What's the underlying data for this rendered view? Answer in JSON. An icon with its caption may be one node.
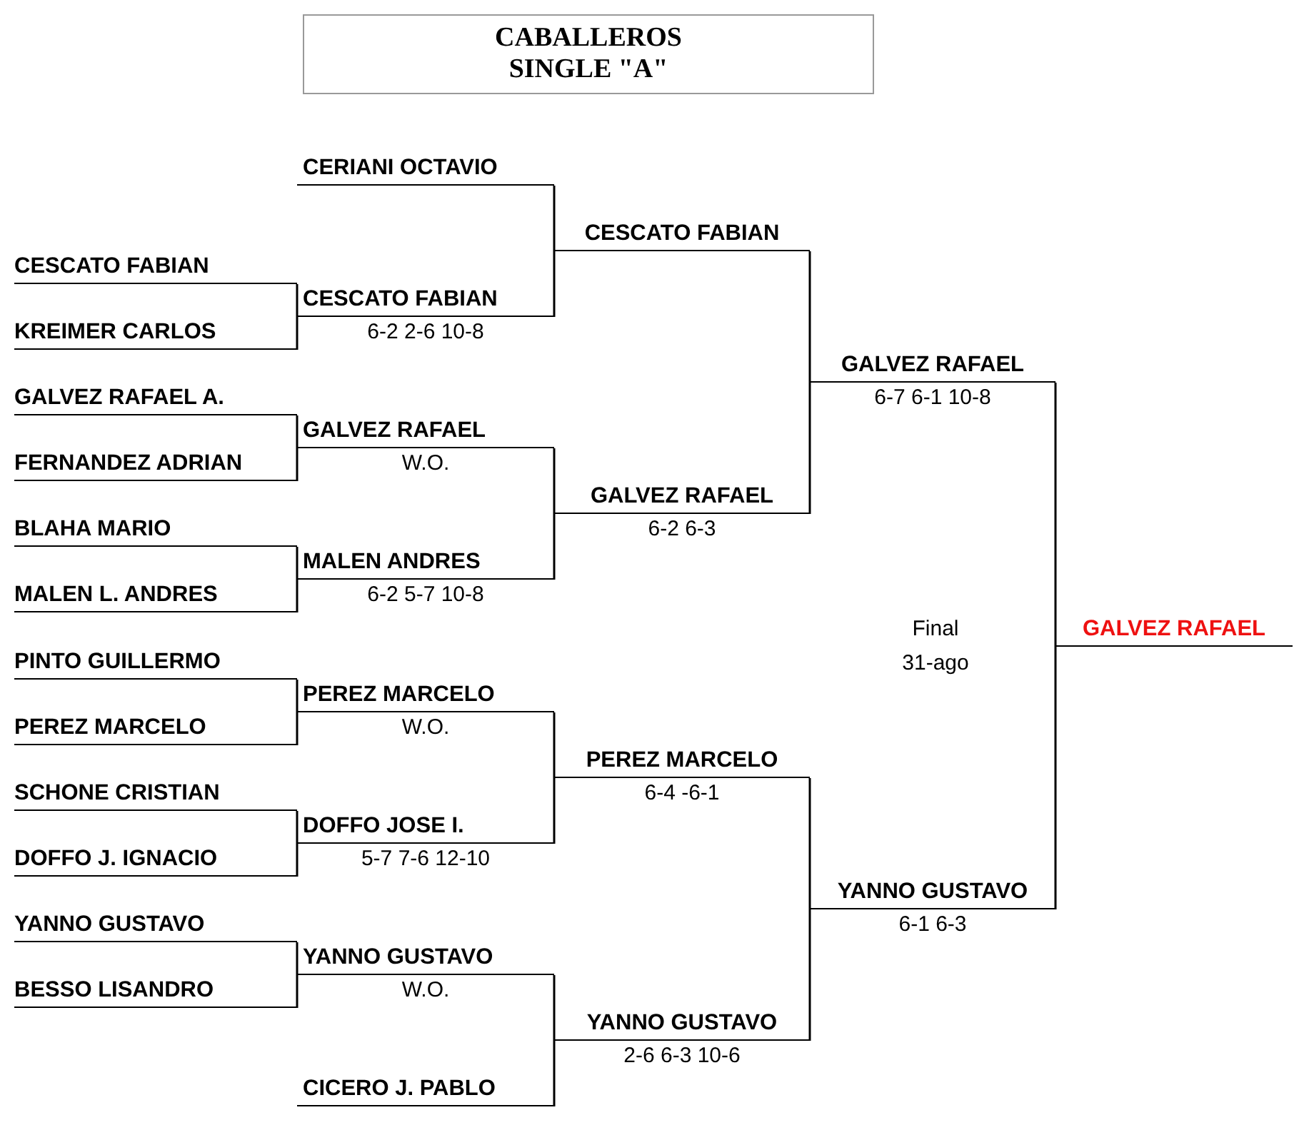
{
  "diagram": {
    "title": "CABALLEROS SINGLE \"A\"",
    "nodes": [
      {
        "text": [
          "CESCATO FABIAN"
        ]
      },
      {
        "text": [
          "KREIMER CARLOS"
        ]
      },
      {
        "text": [
          "GALVEZ RAFAEL A."
        ]
      },
      {
        "text": [
          "FERNANDEZ ADRIAN"
        ]
      },
      {
        "text": [
          "BLAHA MARIO"
        ]
      },
      {
        "text": [
          "MALEN L. ANDRES"
        ]
      },
      {
        "text": [
          "PINTO GUILLERMO"
        ]
      },
      {
        "text": [
          "PEREZ MARCELO"
        ]
      },
      {
        "text": [
          "SCHONE CRISTIAN"
        ]
      },
      {
        "text": [
          "DOFFO J. IGNACIO"
        ]
      },
      {
        "text": [
          "YANNO GUSTAVO"
        ]
      },
      {
        "text": [
          "BESSO LISANDRO"
        ]
      },
      {
        "text": [
          "CERIANI OCTAVIO"
        ]
      },
      {
        "text": [
          "CESCATO FABIAN"
        ],
        "beside": [
          "6-2 2-6 10-8"
        ]
      },
      {
        "text": [
          "GALVEZ RAFAEL"
        ],
        "beside": [
          "W.O."
        ]
      },
      {
        "text": [
          "MALEN ANDRES"
        ],
        "beside": [
          "6-2 5-7 10-8"
        ]
      },
      {
        "text": [
          "PEREZ MARCELO"
        ],
        "beside": [
          "W.O."
        ]
      },
      {
        "text": [
          "DOFFO JOSE I."
        ],
        "beside": [
          "5-7 7-6 12-10"
        ]
      },
      {
        "text": [
          "YANNO GUSTAVO"
        ],
        "beside": [
          "W.O."
        ]
      },
      {
        "text": [
          "CICERO J. PABLO"
        ]
      },
      {
        "text": [
          "CESCATO FABIAN"
        ]
      },
      {
        "text": [
          "GALVEZ RAFAEL"
        ],
        "beside": [
          "6-2 6-3"
        ]
      },
      {
        "text": [
          "PEREZ MARCELO"
        ],
        "beside": [
          "6-4 -6-1"
        ]
      },
      {
        "text": [
          "YANNO GUSTAVO"
        ],
        "beside": [
          "2-6 6-3 10-6"
        ]
      },
      {
        "text": [
          "GALVEZ RAFAEL"
        ],
        "beside": [
          "6-7 6-1 10-8"
        ]
      },
      {
        "text": [
          "YANNO GUSTAVO"
        ],
        "beside": [
          "6-1 6-3"
        ]
      },
      {
        "text": [
          "GALVEZ RAFAEL"
        ]
      }
    ],
    "edges": [
      {
        "from": 0,
        "to": 13,
        "arrow": "none"
      },
      {
        "from": 1,
        "to": 13,
        "arrow": "none"
      },
      {
        "from": 2,
        "to": 14,
        "arrow": "none"
      },
      {
        "from": 3,
        "to": 14,
        "arrow": "none"
      },
      {
        "from": 4,
        "to": 15,
        "arrow": "none"
      },
      {
        "from": 5,
        "to": 15,
        "arrow": "none"
      },
      {
        "from": 6,
        "to": 16,
        "arrow": "none"
      },
      {
        "from": 7,
        "to": 16,
        "arrow": "none"
      },
      {
        "from": 8,
        "to": 17,
        "arrow": "none"
      },
      {
        "from": 9,
        "to": 17,
        "arrow": "none"
      },
      {
        "from": 10,
        "to": 18,
        "arrow": "none"
      },
      {
        "from": 11,
        "to": 18,
        "arrow": "none"
      },
      {
        "from": 12,
        "to": 20,
        "arrow": "none"
      },
      {
        "from": 13,
        "to": 20,
        "arrow": "none"
      },
      {
        "from": 14,
        "to": 21,
        "arrow": "none"
      },
      {
        "from": 15,
        "to": 21,
        "arrow": "none"
      },
      {
        "from": 16,
        "to": 22,
        "arrow": "none"
      },
      {
        "from": 17,
        "to": 22,
        "arrow": "none"
      },
      {
        "from": 18,
        "to": 23,
        "arrow": "none"
      },
      {
        "from": 19,
        "to": 23,
        "arrow": "none"
      },
      {
        "from": 20,
        "to": 24,
        "arrow": "none"
      },
      {
        "from": 21,
        "to": 24,
        "arrow": "none"
      },
      {
        "from": 22,
        "to": 25,
        "arrow": "none"
      },
      {
        "from": 23,
        "to": 25,
        "arrow": "none"
      },
      {
        "from": 24,
        "to": 26,
        "arrow": "none"
      },
      {
        "from": 25,
        "to": 26,
        "arrow": "none"
      }
    ],
    "labels": [
      "Final",
      "31-ago"
    ]
  }
}
